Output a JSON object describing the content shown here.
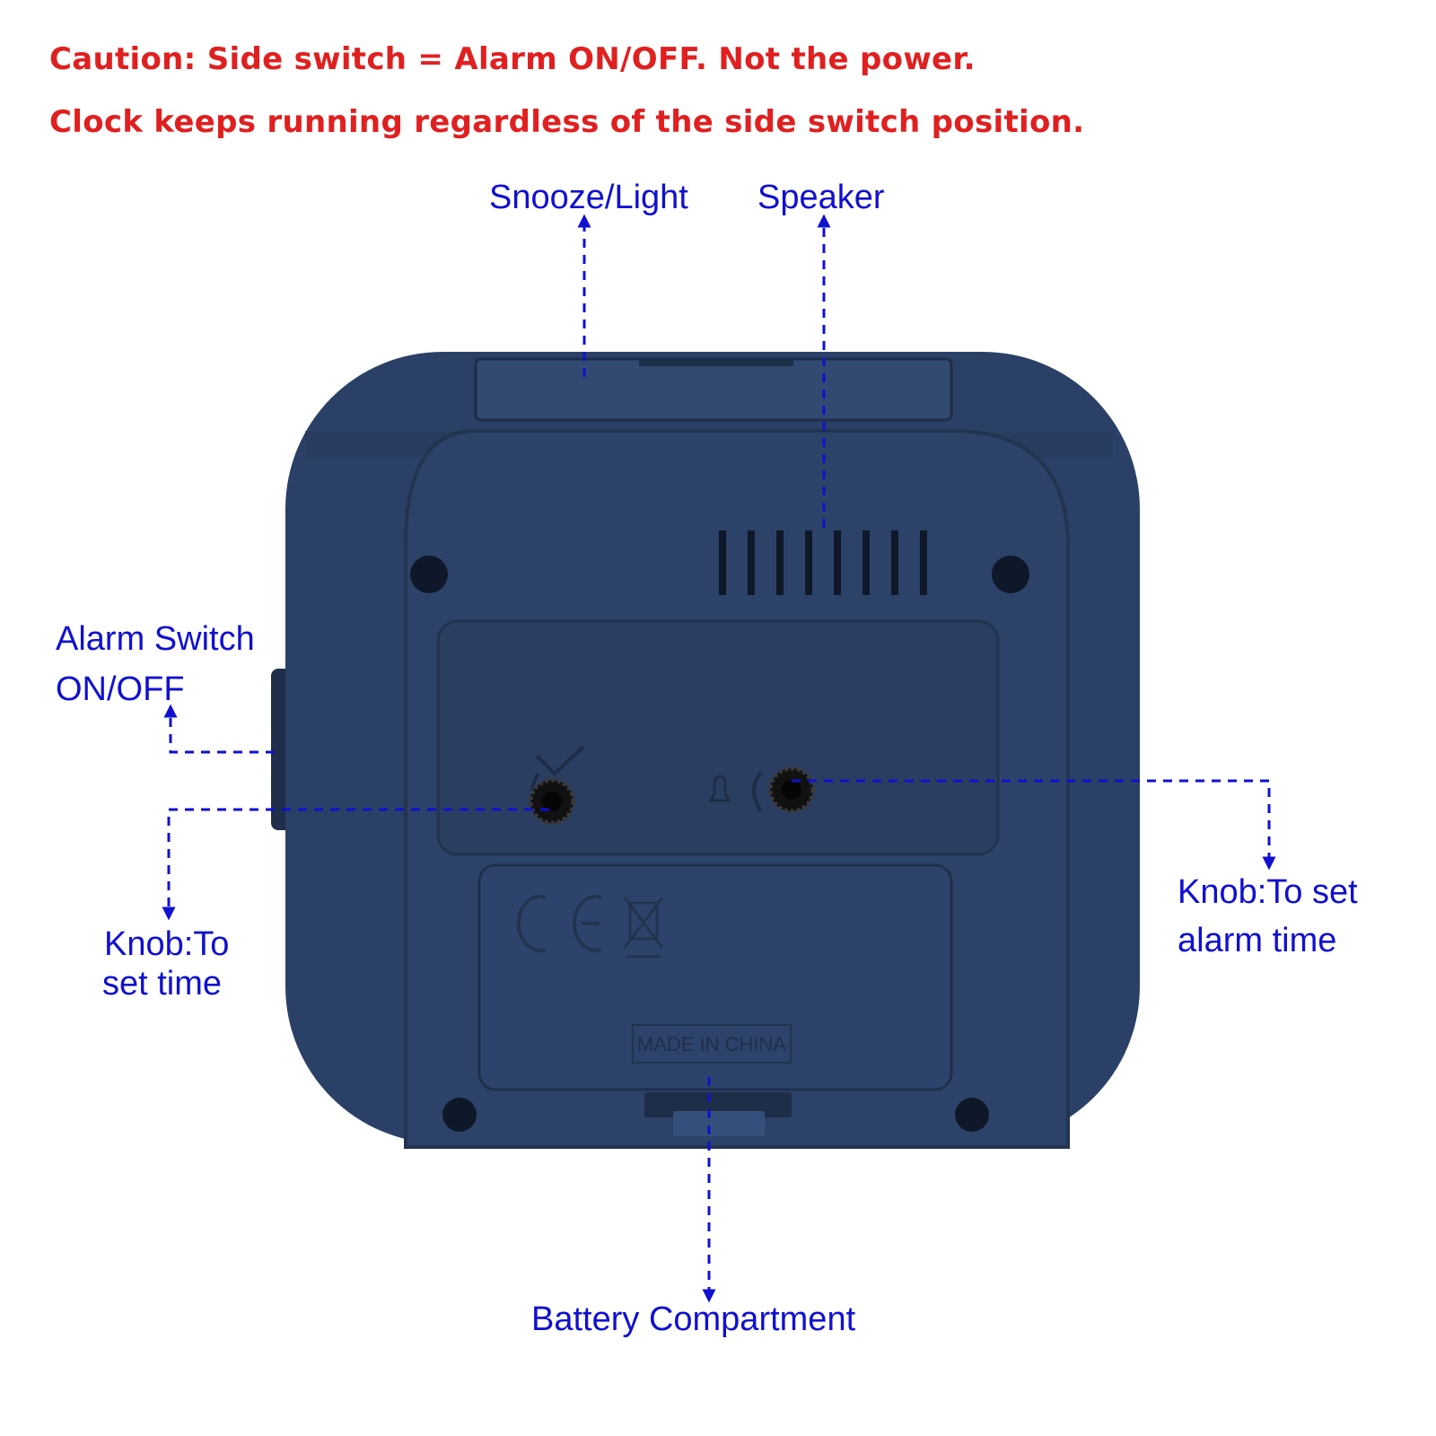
{
  "caution": {
    "line1": "Caution: Side switch = Alarm ON/OFF. Not the power.",
    "line2": "Clock keeps running regardless of the side switch position.",
    "color": "#e02020"
  },
  "labels": {
    "snooze_light": "Snooze/Light",
    "speaker": "Speaker",
    "alarm_switch_line1": "Alarm Switch",
    "alarm_switch_line2": "ON/OFF",
    "knob_time_line1": "Knob:To",
    "knob_time_line2": "set time",
    "knob_alarm_line1": "Knob:To set",
    "knob_alarm_line2": "alarm time",
    "battery": "Battery Compartment",
    "color": "#1010d0"
  },
  "device": {
    "made_in": "MADE IN CHINA",
    "body_color": "#2a3f63",
    "dark_color": "#1d2c48"
  },
  "icons": [
    "checkmark-icon",
    "bell-icon",
    "ce-mark-icon",
    "weee-bin-icon"
  ]
}
